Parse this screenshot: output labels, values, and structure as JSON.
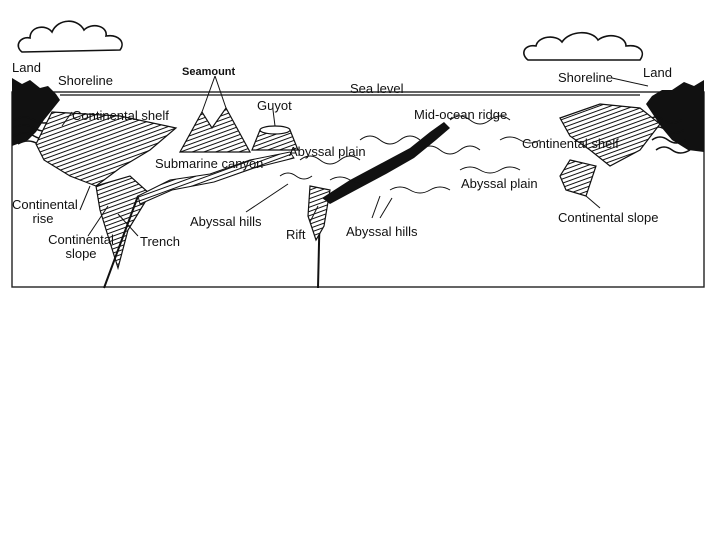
{
  "colors": {
    "ink": "#111111",
    "paper": "#ffffff",
    "frame": "#222222"
  },
  "labels": {
    "land_left": "Land",
    "shoreline_left": "Shoreline",
    "seamount": "Seamount",
    "sea_level": "Sea level",
    "shoreline_right": "Shoreline",
    "land_right": "Land",
    "guyot": "Guyot",
    "mid_ocean_ridge": "Mid-ocean ridge",
    "continental_shelf_left": "Continental shelf",
    "continental_shelf_right": "Continental shelf",
    "abyssal_plain_left": "Abyssal plain",
    "abyssal_plain_right": "Abyssal plain",
    "submarine_canyon": "Submarine canyon",
    "continental_rise_line1": "Continental",
    "continental_rise_line2": "rise",
    "continental_slope_left_line1": "Continental",
    "continental_slope_left_line2": "slope",
    "trench": "Trench",
    "abyssal_hills_left": "Abyssal hills",
    "rift": "Rift",
    "abyssal_hills_right": "Abyssal hills",
    "continental_slope_right": "Continental slope"
  }
}
